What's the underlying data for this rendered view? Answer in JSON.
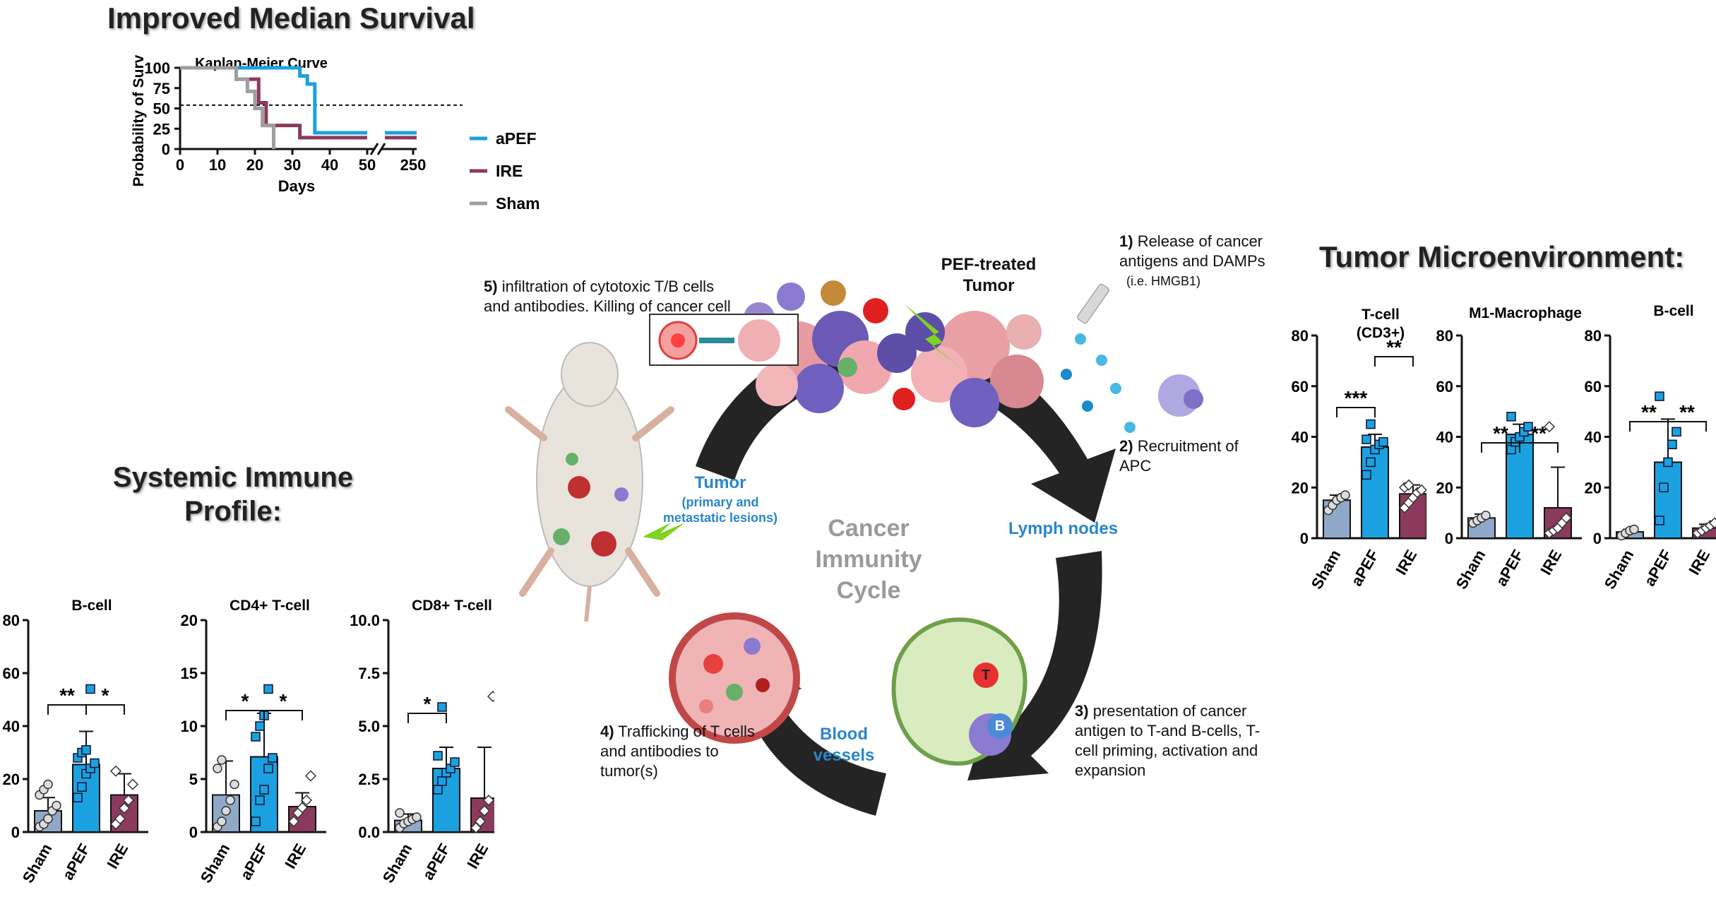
{
  "headings": {
    "survival": "Improved Median Survival",
    "systemic": "Systemic Immune Profile:",
    "tme": "Tumor Microenvironment:"
  },
  "colors": {
    "apef": "#1ba1df",
    "ire": "#8b3a5e",
    "sham": "#8fa8c8",
    "sham_line": "#9e9e9e"
  },
  "cycle": {
    "center": [
      "Cancer",
      "Immunity",
      "Cycle"
    ],
    "tumor_label": "PEF-treated Tumor",
    "stage_tumor": "Tumor",
    "stage_tumor_sub": "(primary and metastatic lesions)",
    "stage_lymph": "Lymph nodes",
    "stage_blood": "Blood vessels",
    "step1_num": "1)",
    "step1": "Release of  cancer antigens and DAMPs",
    "step1_note": "(i.e. HMGB1)",
    "step2_num": "2)",
    "step2": "Recruitment of APC",
    "step3_num": "3)",
    "step3": "presentation of cancer antigen to T-and B-cells, T-cell priming, activation and expansion",
    "step4_num": "4)",
    "step4": "Trafficking of T cells and antibodies to tumor(s)",
    "step5_num": "5)",
    "step5": "infiltration of cytotoxic T/B cells and antibodies. Killing of cancer cell",
    "lymph_t": "T",
    "lymph_b": "B"
  },
  "chart_data": [
    {
      "type": "line",
      "title": "Kaplan-Meier Curve",
      "xlabel": "Days",
      "ylabel": "Probability of Survival",
      "xticks": [
        "0",
        "10",
        "20",
        "30",
        "40",
        "50",
        "250"
      ],
      "yticks": [
        "0",
        "25",
        "50",
        "75",
        "100"
      ],
      "ylim": [
        0,
        100
      ],
      "median_line": 54,
      "series": [
        {
          "name": "aPEF",
          "x": [
            0,
            32,
            32,
            34,
            34,
            36,
            36,
            50
          ],
          "y": [
            100,
            100,
            90,
            90,
            80,
            80,
            20,
            20
          ],
          "tail": 20
        },
        {
          "name": "IRE",
          "x": [
            0,
            15,
            15,
            21,
            21,
            23,
            23,
            32,
            32,
            50
          ],
          "y": [
            100,
            100,
            86,
            86,
            57,
            57,
            29,
            29,
            14,
            14
          ],
          "tail": 14
        },
        {
          "name": "Sham",
          "x": [
            0,
            15,
            15,
            18,
            18,
            20,
            20,
            22,
            22,
            25,
            25
          ],
          "y": [
            100,
            100,
            86,
            86,
            71,
            71,
            50,
            50,
            29,
            29,
            0
          ],
          "tail": null
        }
      ]
    },
    {
      "type": "bar",
      "title": "T-cell (CD3+)",
      "categories": [
        "Sham",
        "aPEF",
        "IRE"
      ],
      "values": [
        15,
        36,
        17.5
      ],
      "sd": [
        2,
        5,
        3.5
      ],
      "ylim": [
        0,
        80
      ],
      "yticks": [
        "0",
        "20",
        "40",
        "60",
        "80"
      ],
      "points": [
        [
          11,
          13,
          15,
          16,
          17
        ],
        [
          25,
          30,
          35,
          37,
          38,
          39,
          45
        ],
        [
          12,
          14,
          16,
          18,
          19,
          20,
          21
        ]
      ],
      "significance": [
        {
          "from": 0,
          "to": 1,
          "label": "***"
        },
        {
          "from": 1,
          "to": 2,
          "label": "**"
        }
      ]
    },
    {
      "type": "bar",
      "title": "M1-Macrophage",
      "categories": [
        "Sham",
        "aPEF",
        "IRE"
      ],
      "values": [
        8,
        41,
        12
      ],
      "sd": [
        1.5,
        4,
        16
      ],
      "ylim": [
        0,
        80
      ],
      "yticks": [
        "0",
        "20",
        "40",
        "60",
        "80"
      ],
      "points": [
        [
          6,
          7,
          8,
          9
        ],
        [
          35,
          38,
          40,
          42,
          44,
          48
        ],
        [
          2,
          3,
          4,
          6,
          8,
          44
        ]
      ],
      "significance": [
        {
          "from": 0,
          "to": 1,
          "label": "**"
        },
        {
          "from": 1,
          "to": 2,
          "label": "**"
        }
      ]
    },
    {
      "type": "bar",
      "title": "B-cell",
      "categories": [
        "Sham",
        "aPEF",
        "IRE"
      ],
      "values": [
        2.5,
        30,
        4
      ],
      "sd": [
        1,
        17,
        1.5
      ],
      "ylim": [
        0,
        80
      ],
      "yticks": [
        "0",
        "20",
        "40",
        "60",
        "80"
      ],
      "points": [
        [
          1,
          2,
          3,
          3.5
        ],
        [
          7,
          20,
          30,
          37,
          42,
          56
        ],
        [
          2,
          3,
          4,
          5,
          6
        ]
      ],
      "significance": [
        {
          "from": 0,
          "to": 1,
          "label": "**"
        },
        {
          "from": 1,
          "to": 2,
          "label": "**"
        }
      ]
    },
    {
      "type": "bar",
      "title": "B-cell",
      "categories": [
        "Sham",
        "aPEF",
        "IRE"
      ],
      "values": [
        8,
        25.5,
        14
      ],
      "sd": [
        5,
        12.5,
        8
      ],
      "ylim": [
        0,
        80
      ],
      "yticks": [
        "0",
        "20",
        "40",
        "60",
        "80"
      ],
      "points": [
        [
          2,
          3,
          5,
          8,
          10,
          14,
          16,
          18
        ],
        [
          13,
          17,
          22,
          24,
          26,
          28,
          30,
          31,
          54
        ],
        [
          3,
          5,
          9,
          12,
          18,
          23
        ]
      ],
      "significance": [
        {
          "from": 0,
          "to": 1,
          "label": "**"
        },
        {
          "from": 1,
          "to": 2,
          "label": "*"
        }
      ]
    },
    {
      "type": "bar",
      "title": "CD4+ T-cell",
      "categories": [
        "Sham",
        "aPEF",
        "IRE"
      ],
      "values": [
        3.5,
        7.1,
        2.4
      ],
      "sd": [
        3.2,
        4.1,
        1.3
      ],
      "ylim": [
        0,
        20
      ],
      "yticks": [
        "0",
        "5",
        "10",
        "15",
        "20"
      ],
      "points": [
        [
          0.5,
          1,
          2,
          3,
          4.5,
          6,
          6.8
        ],
        [
          1,
          3,
          4,
          6,
          7,
          9,
          10,
          11,
          13.5
        ],
        [
          1,
          1.8,
          2.3,
          3,
          5.3
        ]
      ],
      "significance": [
        {
          "from": 0,
          "to": 1,
          "label": "*"
        },
        {
          "from": 1,
          "to": 2,
          "label": "*"
        }
      ]
    },
    {
      "type": "bar",
      "title": "CD8+ T-cell",
      "categories": [
        "Sham",
        "aPEF",
        "IRE"
      ],
      "values": [
        0.55,
        3.0,
        1.6
      ],
      "sd": [
        0.3,
        1.0,
        2.4
      ],
      "ylim": [
        0,
        10
      ],
      "yticks": [
        "0.0",
        "2.5",
        "5.0",
        "7.5",
        "10.0"
      ],
      "points": [
        [
          0.2,
          0.4,
          0.5,
          0.6,
          0.7,
          0.9
        ],
        [
          2,
          2.4,
          2.8,
          3,
          3.3,
          3.6,
          5.9
        ],
        [
          0.2,
          0.5,
          1,
          1.5,
          6.4
        ]
      ],
      "significance": [
        {
          "from": 0,
          "to": 1,
          "label": "*"
        }
      ]
    }
  ]
}
